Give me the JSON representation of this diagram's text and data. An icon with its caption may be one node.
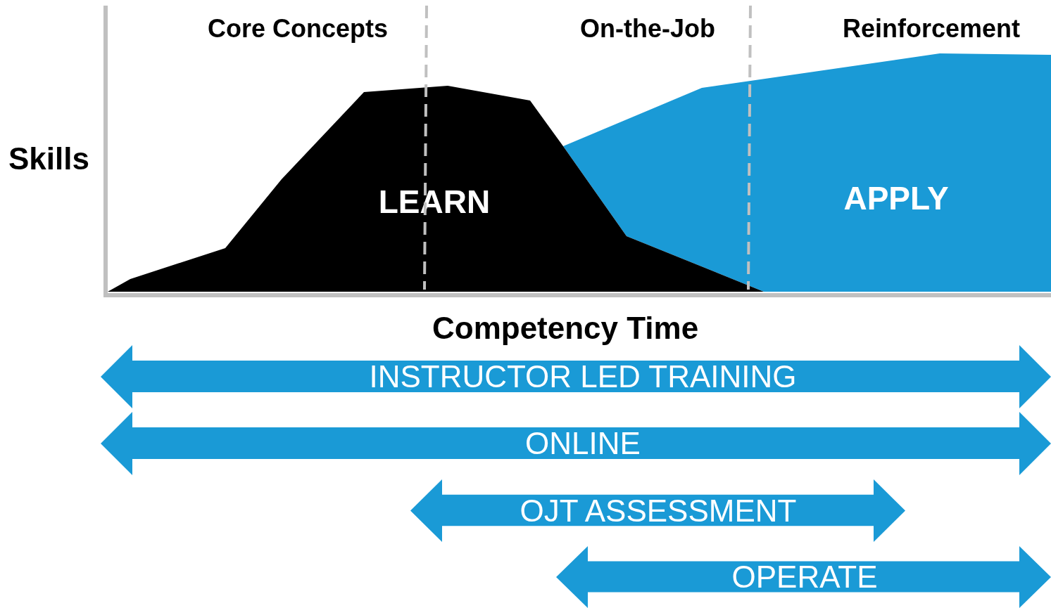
{
  "diagram": {
    "nodes": [
      {
        "text": [
          "LEARN"
        ]
      },
      {
        "text": [
          "APPLY"
        ]
      },
      {
        "text": [
          "INSTRUCTOR LED TRAINING"
        ]
      },
      {
        "text": [
          "ONLINE"
        ]
      },
      {
        "text": [
          "OJT ASSESSMENT"
        ]
      },
      {
        "text": [
          "OPERATE"
        ]
      }
    ],
    "labels": [
      "Core Concepts",
      "On-the-Job",
      "Reinforcement",
      "Skills",
      "Competency Time"
    ]
  }
}
